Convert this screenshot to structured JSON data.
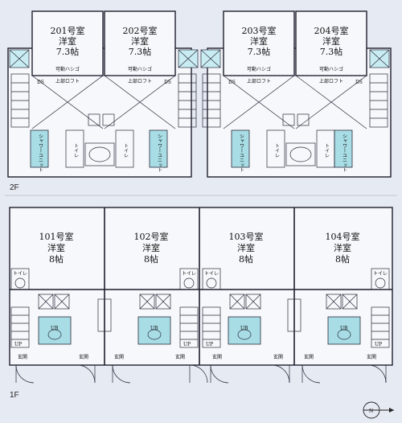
{
  "floors": {
    "second": {
      "label": "2F",
      "units": [
        {
          "name": "201号室",
          "type": "洋室",
          "size": "7.3帖"
        },
        {
          "name": "202号室",
          "type": "洋室",
          "size": "7.3帖"
        },
        {
          "name": "203号室",
          "type": "洋室",
          "size": "7.3帖"
        },
        {
          "name": "204号室",
          "type": "洋室",
          "size": "7.3帖"
        }
      ],
      "loft_label": "上部ロフト",
      "ladder_label": "可動ハシゴ",
      "ds_label": "DS",
      "shower_label": "シャワーユニット",
      "toilet_label": "トイレ"
    },
    "first": {
      "label": "1F",
      "units": [
        {
          "name": "101号室",
          "type": "洋室",
          "size": "8帖"
        },
        {
          "name": "102号室",
          "type": "洋室",
          "size": "8帖"
        },
        {
          "name": "103号室",
          "type": "洋室",
          "size": "8帖"
        },
        {
          "name": "104号室",
          "type": "洋室",
          "size": "8帖"
        }
      ],
      "toilet_label": "トイレ",
      "ub_label": "UB",
      "entrance_label": "玄関",
      "up_label": "UP"
    }
  },
  "compass": {
    "label": "N"
  }
}
